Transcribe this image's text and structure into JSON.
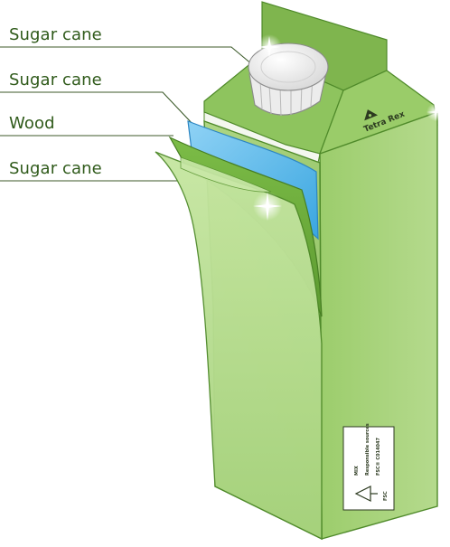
{
  "callouts": [
    {
      "label": "Sugar cane",
      "part": "cap"
    },
    {
      "label": "Sugar cane",
      "part": "inner-layer"
    },
    {
      "label": "Wood",
      "part": "middle-layer"
    },
    {
      "label": "Sugar cane",
      "part": "outer-layer"
    }
  ],
  "carton": {
    "brand": "Tetra Rex",
    "certification": {
      "logo_text": "FSC",
      "line1": "MIX",
      "line2": "Responsible sources",
      "line3": "FSC® C014047"
    }
  },
  "colors": {
    "carton_front": "#a5cf7a",
    "carton_side": "#8fbf5f",
    "carton_top": "#7fb54e",
    "outline": "#4f8a2a",
    "layer_blue": "#5db8ea",
    "layer_dark_green": "#6aa83c",
    "layer_light_green": "#b8dd8f",
    "callout_line": "#3c5a2a",
    "label_text": "#2f5a1a"
  }
}
